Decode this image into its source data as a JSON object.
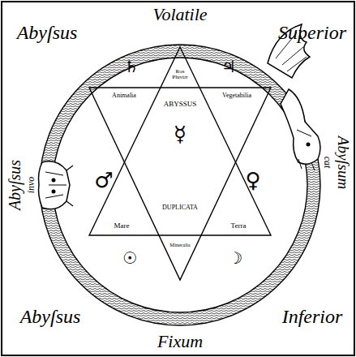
{
  "diagram": {
    "labels": [
      "Volatile",
      "Abyſsus",
      "Superior",
      "Abyſsus",
      "invo",
      "cat",
      "Abyſsum",
      "Abyſsus",
      "Inferior",
      "Fixum",
      "♄",
      "♃",
      "Ros Pluviæ",
      "Animalia",
      "ABYSSUS",
      "Vegetabilia",
      "♂",
      "☿",
      "♀",
      "Mare",
      "DUPLICATA",
      "Terra",
      "☉",
      "Mineralia",
      "☽"
    ]
  }
}
